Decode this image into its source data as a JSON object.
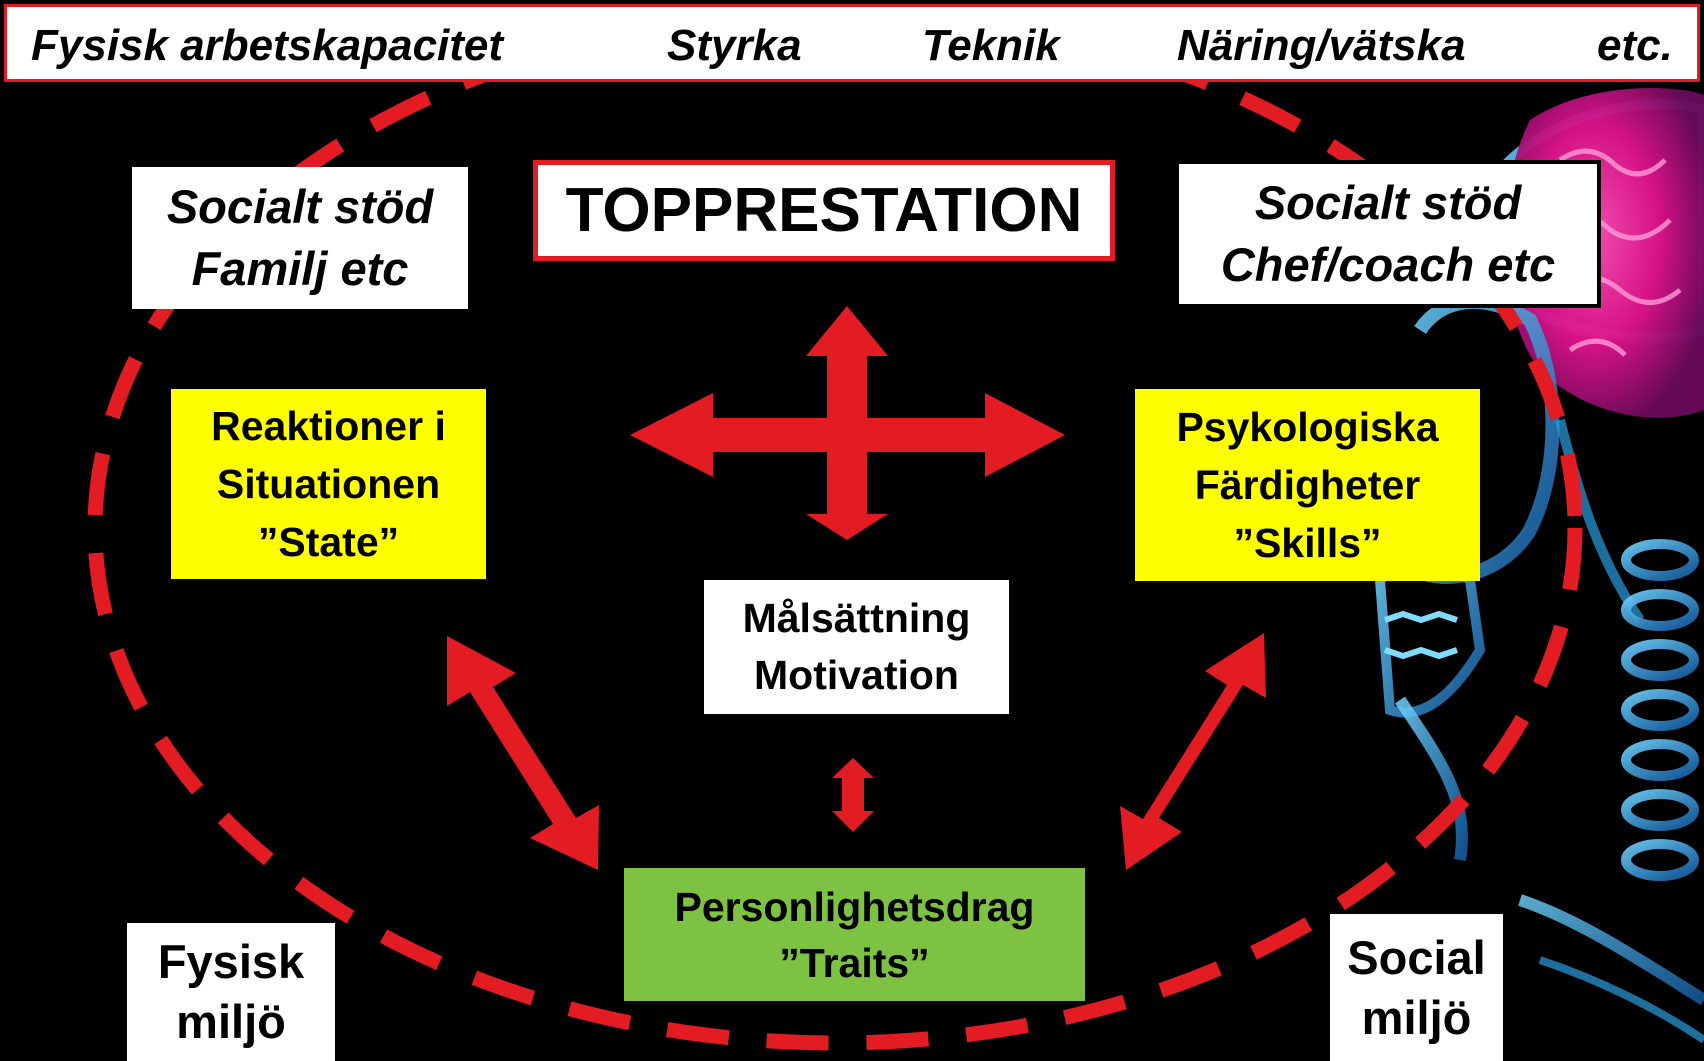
{
  "topbar": {
    "items": [
      "Fysisk arbetskapacitet",
      "Styrka",
      "Teknik",
      "Näring/vätska",
      "etc."
    ]
  },
  "center_title": "TOPPRESTATION",
  "social_left": {
    "line1": "Socialt stöd",
    "line2": "Familj etc"
  },
  "social_right": {
    "line1": "Socialt stöd",
    "line2": "Chef/coach etc"
  },
  "state_box": {
    "line1": "Reaktioner i",
    "line2": "Situationen",
    "line3": "”State”"
  },
  "skills_box": {
    "line1": "Psykologiska",
    "line2": "Färdigheter",
    "line3": "”Skills”"
  },
  "motivation_box": {
    "line1": "Målsättning",
    "line2": "Motivation"
  },
  "traits_box": {
    "line1": "Personlighetsdrag",
    "line2": "”Traits”"
  },
  "physical_env": {
    "line1": "Fysisk",
    "line2": "miljö"
  },
  "social_env": {
    "line1": "Social",
    "line2": "miljö"
  },
  "colors": {
    "accent_red": "#e31b23",
    "yellow": "#ffff00",
    "green": "#7dc242",
    "brain_magenta": "#e0138c",
    "skeleton_blue": "#2a9fe0"
  },
  "decor": {
    "background_image": "x-ray-skull-brain-icon"
  }
}
